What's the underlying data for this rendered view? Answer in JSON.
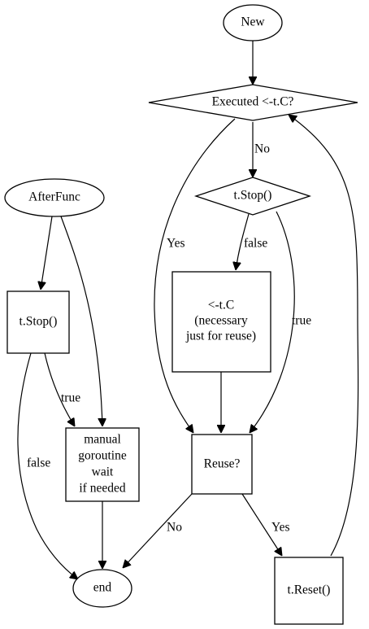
{
  "nodes": {
    "new": "New",
    "executed": "Executed <-t.C?",
    "tstop_right": "t.Stop()",
    "drain": [
      "<-t.C",
      "(necessary",
      "just for reuse)"
    ],
    "reuse": "Reuse?",
    "treset": "t.Reset()",
    "afterfunc": "AfterFunc",
    "tstop_left": "t.Stop()",
    "manual": [
      "manual",
      "goroutine",
      "wait",
      "if needed"
    ],
    "end": "end"
  },
  "edges": {
    "executed_no": "No",
    "executed_yes": "Yes",
    "tstop_right_false": "false",
    "tstop_right_true": "true",
    "reuse_no": "No",
    "reuse_yes": "Yes",
    "tstop_left_true": "true",
    "tstop_left_false": "false"
  }
}
